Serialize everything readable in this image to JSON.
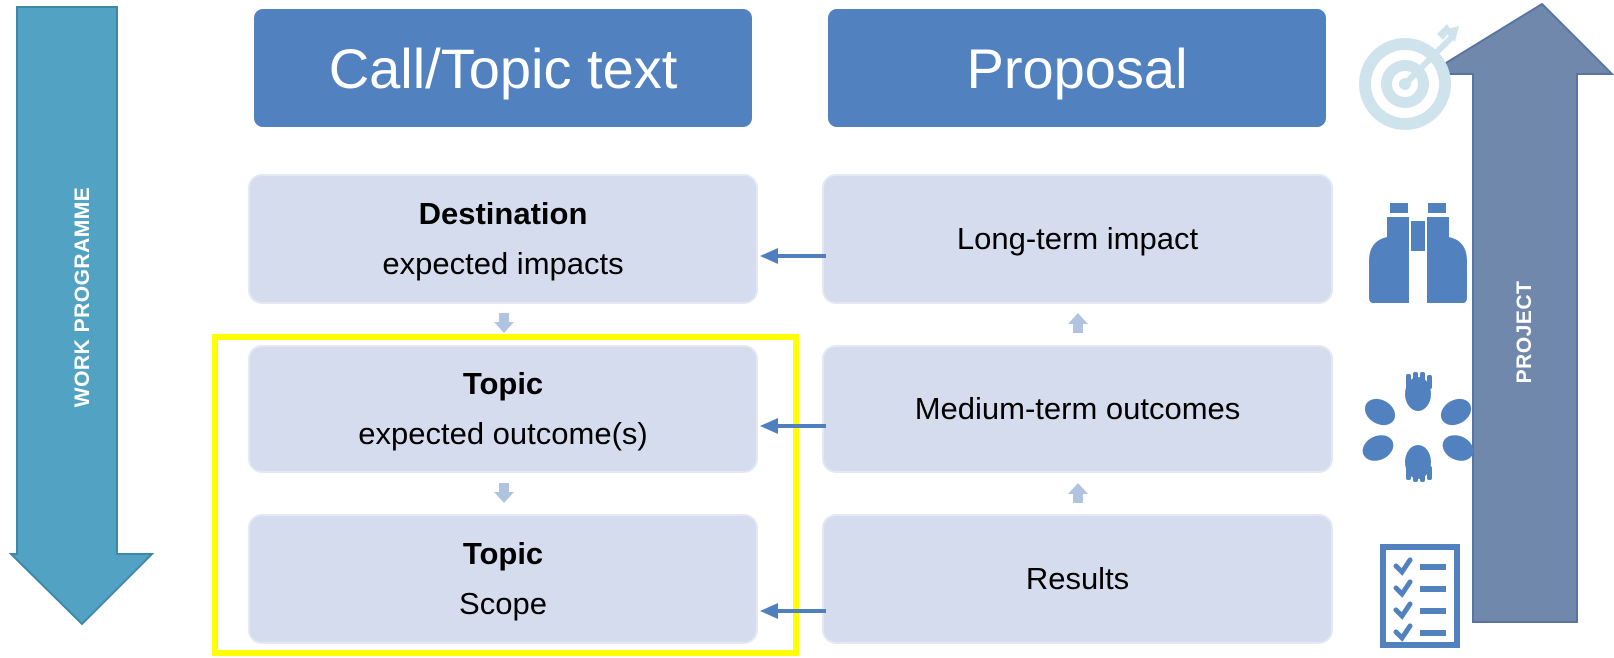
{
  "headers": {
    "call_topic": "Call/Topic text",
    "proposal": "Proposal"
  },
  "left_column": [
    {
      "title": "Destination",
      "subtitle": "expected impacts"
    },
    {
      "title": "Topic",
      "subtitle": "expected outcome(s)"
    },
    {
      "title": "Topic",
      "subtitle": "Scope"
    }
  ],
  "right_column": [
    {
      "label": "Long-term impact"
    },
    {
      "label": "Medium-term outcomes"
    },
    {
      "label": "Results"
    }
  ],
  "arrows": {
    "work_programme": "WORK PROGRAMME",
    "project": "PROJECT"
  },
  "icons": [
    "target-icon",
    "binoculars-icon",
    "hands-icon",
    "checklist-icon"
  ],
  "colors": {
    "header_blue": "#5181bf",
    "box_fill": "#d5dced",
    "work_programme_arrow": "#52a2c3",
    "project_arrow": "#6f88ac",
    "highlight": "#ffff00",
    "connector": "#4f7fbf"
  }
}
